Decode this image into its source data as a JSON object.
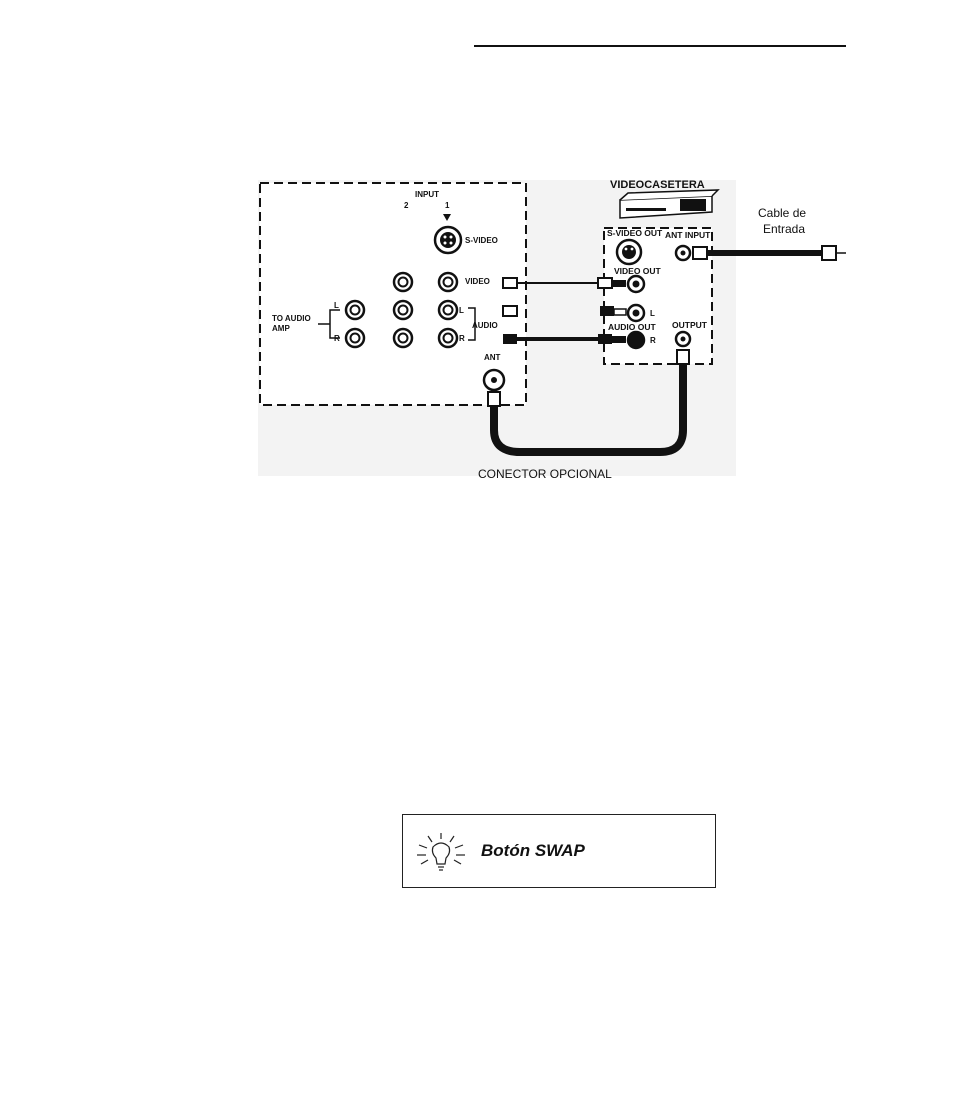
{
  "tv_panel": {
    "input_label": "INPUT",
    "input_2": "2",
    "input_1": "1",
    "svideo": "S-VIDEO",
    "video": "VIDEO",
    "audio": "AUDIO",
    "l": "L",
    "r": "R",
    "to_audio": "TO AUDIO",
    "amp": "AMP",
    "ant": "ANT"
  },
  "vcr": {
    "title": "VIDEOCASETERA",
    "svideo_out": "S-VIDEO OUT",
    "ant_input": "ANT INPUT",
    "video_out": "VIDEO OUT",
    "audio_out": "AUDIO OUT",
    "output": "OUTPUT",
    "l": "L",
    "r": "R"
  },
  "cable_label_1": "Cable de",
  "cable_label_2": "Entrada",
  "optional_connector": "CONECTOR OPCIONAL",
  "tip": {
    "title": "Botón SWAP",
    "icon": "lightbulb-icon"
  }
}
